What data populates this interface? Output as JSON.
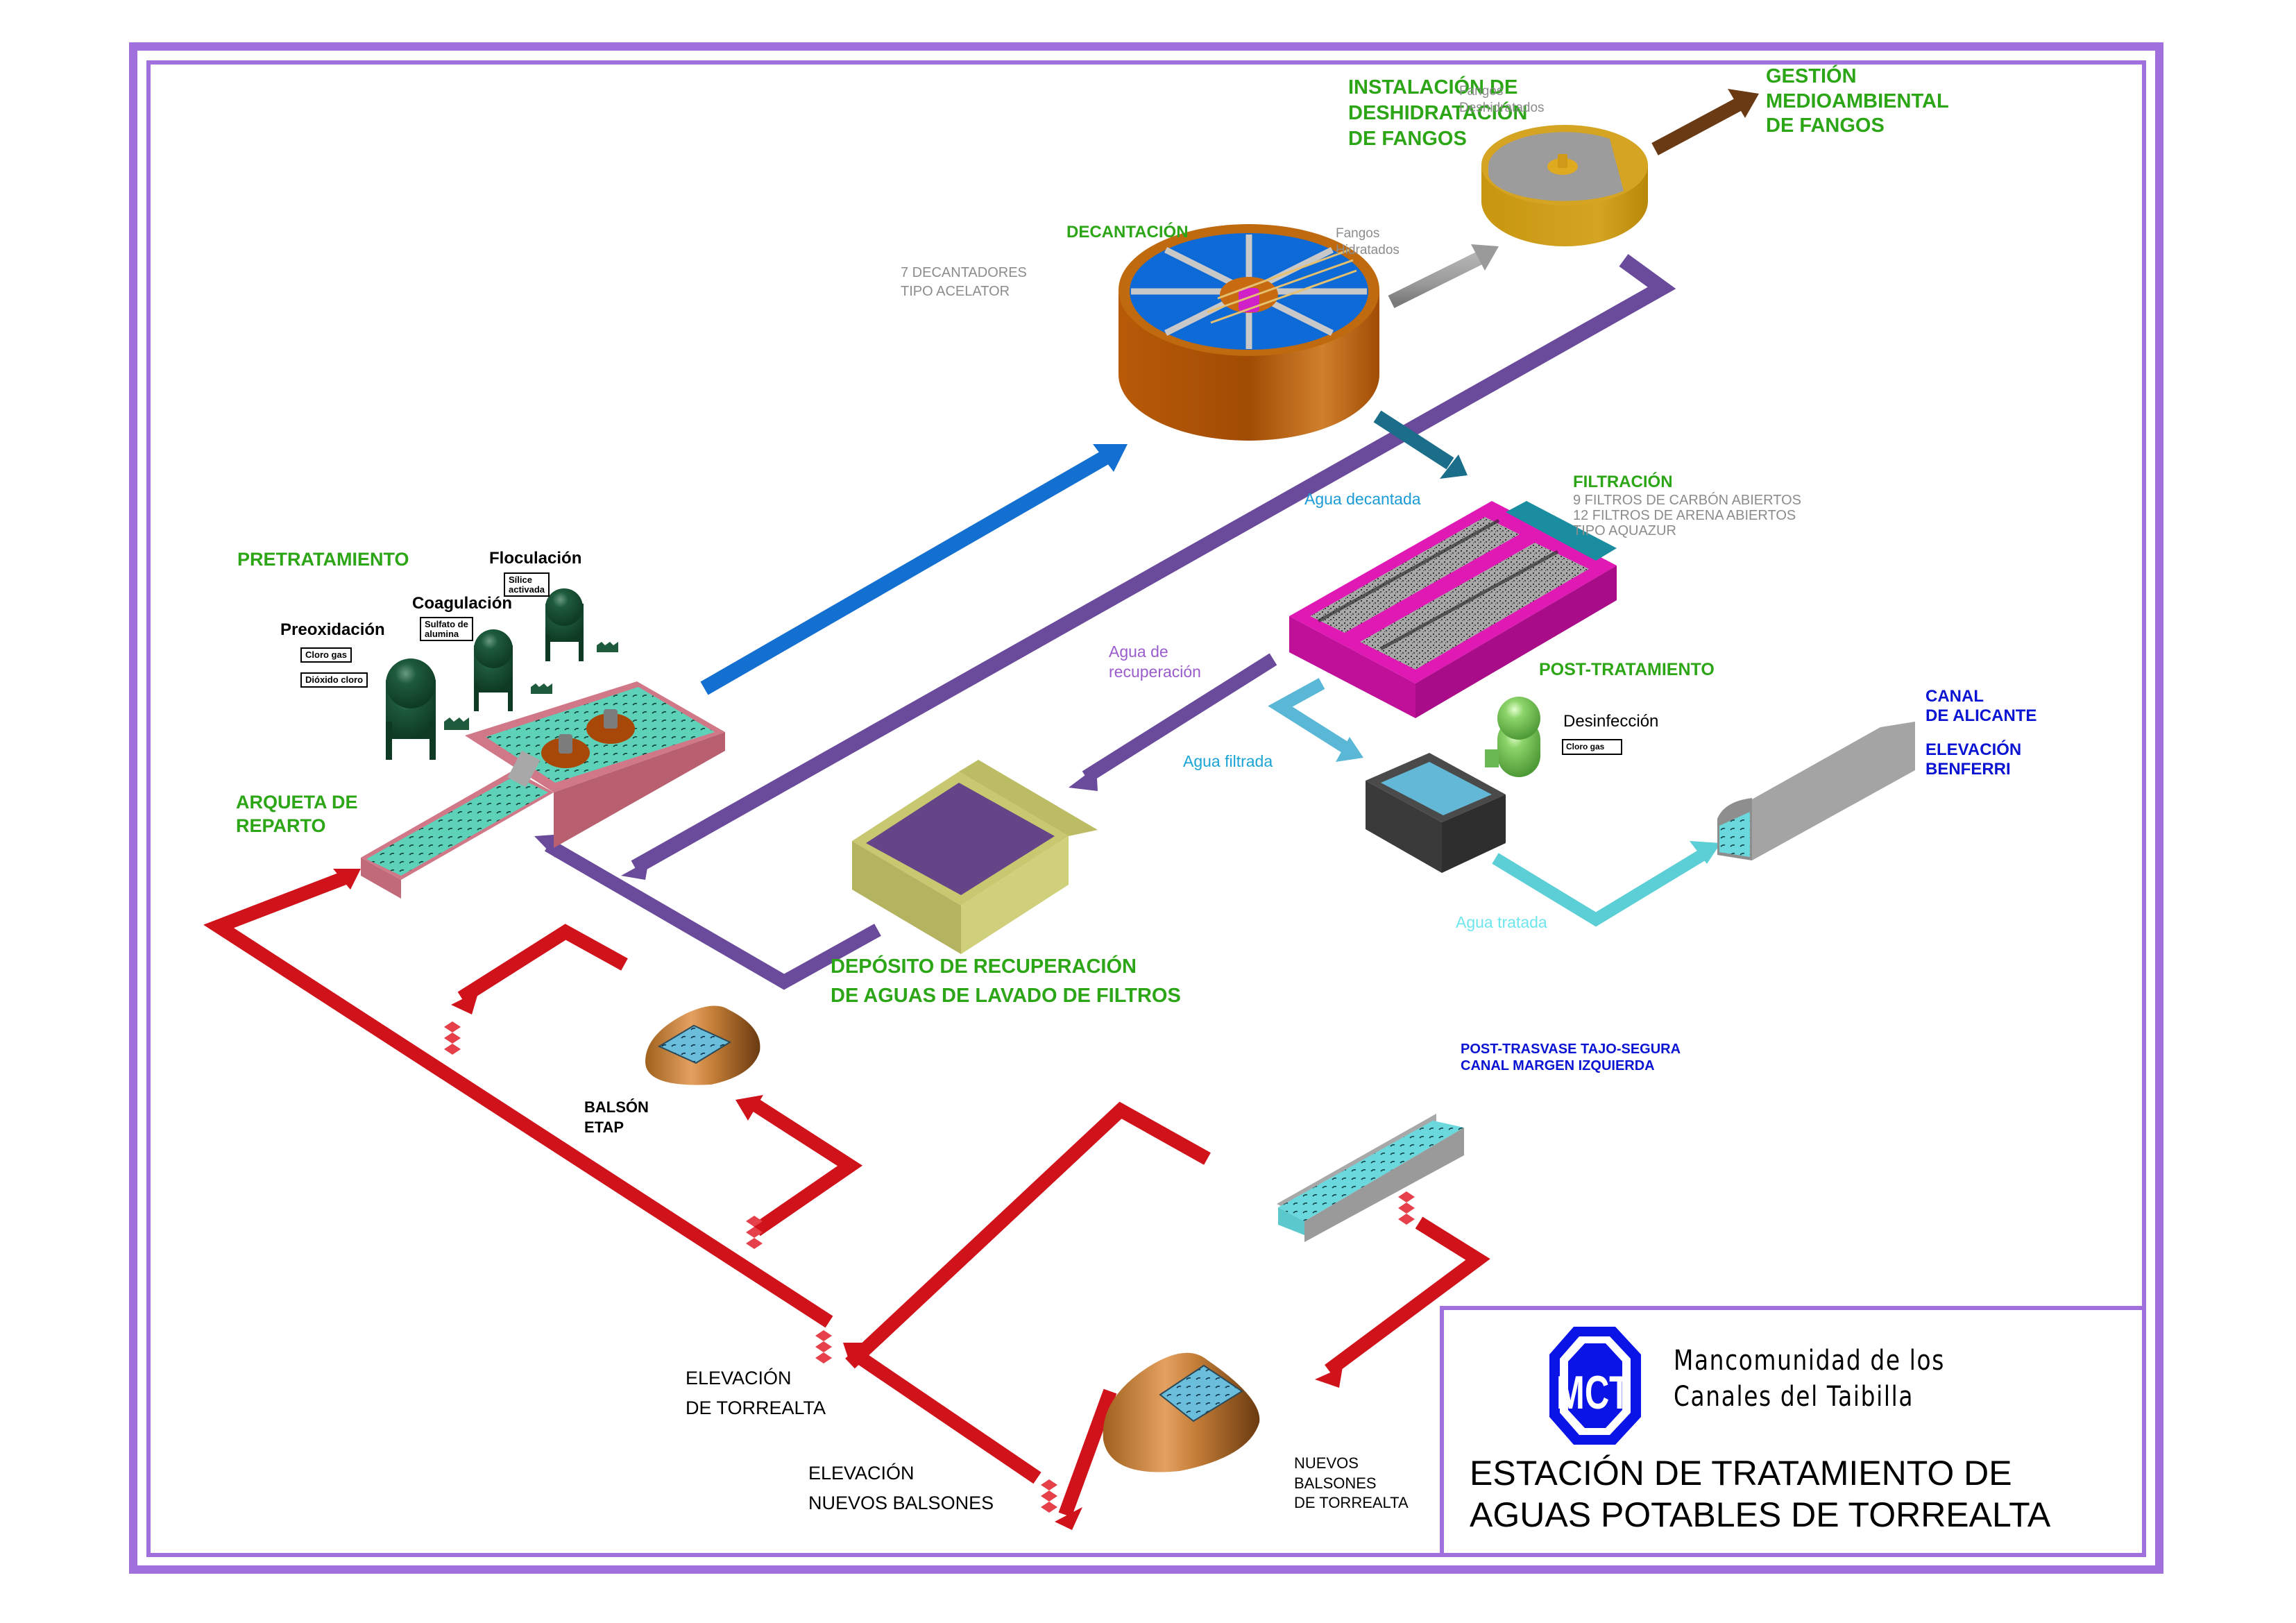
{
  "frame": {
    "border_color": "#a070dc"
  },
  "title_block": {
    "org_line1": "Mancomunidad de los",
    "org_line2": "Canales del Taibilla",
    "logo": {
      "icon": "mct-octagon-logo",
      "text": "MCT",
      "color": "#0a14e6"
    },
    "title_line1": "ESTACIÓN DE TRATAMIENTO DE",
    "title_line2": "AGUAS POTABLES DE TORREALTA"
  },
  "stages": {
    "pretratamiento": {
      "heading": "PRETRATAMIENTO",
      "preoxidacion": {
        "label": "Preoxidación",
        "reagents": [
          "Cloro gas",
          "Dióxido cloro"
        ]
      },
      "coagulacion": {
        "label": "Coagulación",
        "reagents": [
          "Sulfato de",
          "alumina"
        ]
      },
      "floculacion": {
        "label": "Floculación",
        "reagents": [
          "Sílice",
          "activada"
        ]
      }
    },
    "arqueta": {
      "line1": "ARQUETA DE",
      "line2": "REPARTO"
    },
    "decantacion": {
      "heading": "DECANTACIÓN",
      "note_line1": "7 DECANTADORES",
      "note_line2": "TIPO ACELATOR"
    },
    "fangos_hidratados": {
      "line1": "Fangos",
      "line2": "Hidratados"
    },
    "deshidratacion": {
      "line1": "INSTALACIÓN DE",
      "line2": "DESHIDRATACIÓN",
      "line3": "DE FANGOS"
    },
    "fangos_deshidratados": {
      "line1": "Fangos",
      "line2": "Deshidratados"
    },
    "gestion": {
      "line1": "GESTIÓN",
      "line2": "MEDIOAMBIENTAL",
      "line3": "DE FANGOS"
    },
    "filtracion": {
      "heading": "FILTRACIÓN",
      "note_line1": "9 FILTROS DE CARBÓN ABIERTOS",
      "note_line2": "12 FILTROS DE ARENA ABIERTOS",
      "note_line3": "TIPO AQUAZUR"
    },
    "post_tratamiento": {
      "heading": "POST-TRATAMIENTO",
      "desinfeccion": "Desinfección",
      "reagent": "Cloro gas"
    },
    "deposito": {
      "line1": "DEPÓSITO DE RECUPERACIÓN",
      "line2": "DE AGUAS DE LAVADO DE FILTROS"
    },
    "canal_alicante": {
      "line1": "CANAL",
      "line2": "DE ALICANTE",
      "line3": "ELEVACIÓN",
      "line4": "BENFERRI"
    },
    "post_trasvase": {
      "line1": "POST-TRASVASE TAJO-SEGURA",
      "line2": "CANAL MARGEN IZQUIERDA"
    },
    "balson_etap": {
      "line1": "BALSÓN",
      "line2": "ETAP"
    },
    "elevacion_torrealta": {
      "line1": "ELEVACIÓN",
      "line2": "DE TORREALTA"
    },
    "elevacion_nuevos": {
      "line1": "ELEVACIÓN",
      "line2": "NUEVOS BALSONES"
    },
    "nuevos_balsones": {
      "line1": "NUEVOS",
      "line2": "BALSONES",
      "line3": "DE TORREALTA"
    }
  },
  "flows": {
    "agua_decantada": {
      "label": "Agua decantada",
      "color": "#1a9ad6"
    },
    "agua_recuperacion": {
      "line1": "Agua de",
      "line2": "recuperación",
      "color": "#9a5ccc"
    },
    "agua_filtrada": {
      "label": "Agua filtrada",
      "color": "#1aa4d6"
    },
    "agua_tratada": {
      "label": "Agua tratada",
      "color": "#6ee6ee"
    }
  },
  "colors": {
    "raw_water_pipe": "#d0121a",
    "recovery_pipe": "#6a4a9a",
    "decanter_feed": "#1470d0",
    "decanted_pipe": "#1a6e8a",
    "sludge_pipe": "#9a9a9a",
    "dry_sludge_pipe": "#6a3a14",
    "filtered_pipe": "#5ab8d6",
    "treated_pipe": "#5ccfd6",
    "label_green": "#2ca617",
    "label_blue": "#0a14d2"
  }
}
